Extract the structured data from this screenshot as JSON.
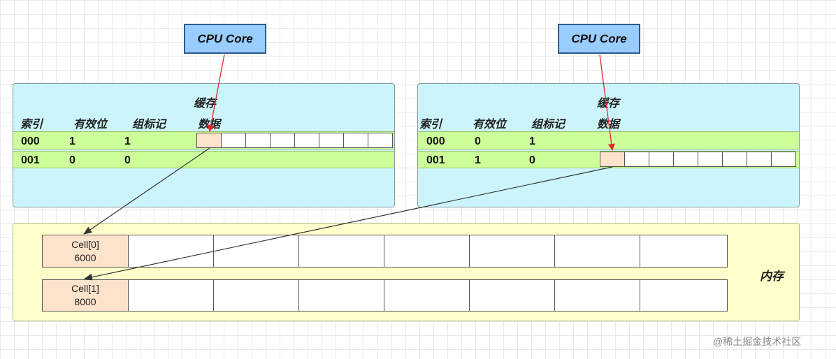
{
  "left_cache": {
    "core_label": "CPU Core",
    "title": "缓存",
    "headers": [
      "索引",
      "有效位",
      "组标记",
      "数据"
    ],
    "rows": [
      {
        "index": "000",
        "valid": "1",
        "tag": "1"
      },
      {
        "index": "001",
        "valid": "0",
        "tag": "0"
      }
    ]
  },
  "right_cache": {
    "core_label": "CPU Core",
    "title": "缓存",
    "headers": [
      "索引",
      "有效位",
      "组标记",
      "数据"
    ],
    "rows": [
      {
        "index": "000",
        "valid": "0",
        "tag": "1"
      },
      {
        "index": "001",
        "valid": "1",
        "tag": "0"
      }
    ]
  },
  "memory": {
    "label": "内存",
    "cells": [
      {
        "name": "Cell[0]",
        "value": "6000"
      },
      {
        "name": "Cell[1]",
        "value": "8000"
      }
    ]
  },
  "watermark": "@稀土掘金技术社区",
  "colors": {
    "core_fill": "#99ccff",
    "cache_fill": "#ccf5fb",
    "row_fill": "#ccff99",
    "cell_fill": "#fde3cc",
    "memory_fill": "#ffffcc",
    "core_arrow": "#e8282b",
    "cell_arrow": "#333333"
  }
}
